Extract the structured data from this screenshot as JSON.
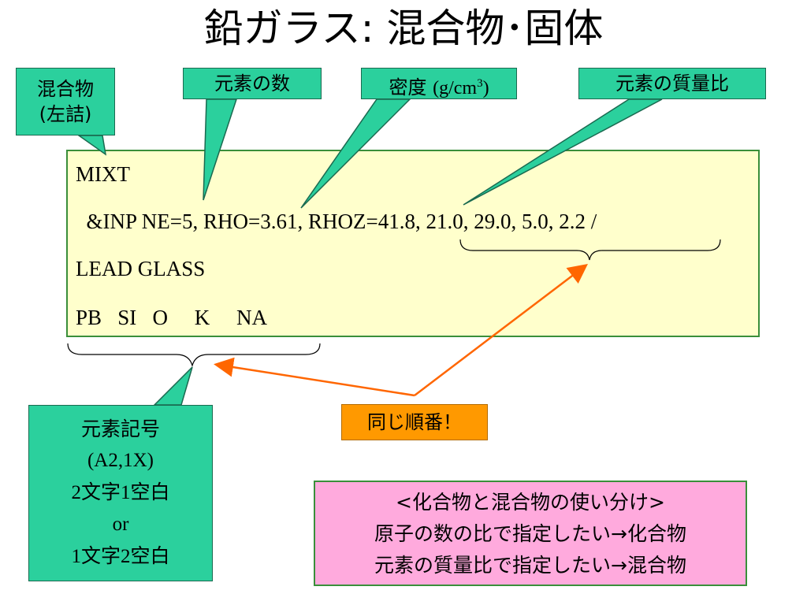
{
  "title": "鉛ガラス: 混合物･固体",
  "callouts": {
    "mixture": {
      "line1": "混合物",
      "line2": "(左詰)"
    },
    "element_count": "元素の数",
    "density": {
      "label": "密度",
      "unit_prefix": "(g/cm",
      "unit_sup": "3",
      "unit_suffix": ")"
    },
    "mass_ratio": "元素の質量比"
  },
  "code": {
    "line1": "MIXT",
    "line2_prefix": "  &INP NE=5, RHO=3.61, RHOZ=",
    "line2_values": "41.8, 21.0, 29.0, 5.0, 2.2",
    "line2_suffix": " /",
    "line3": "LEAD GLASS",
    "line4": "PB   SI   O     K     NA"
  },
  "element_symbol_box": {
    "line1": "元素記号",
    "line2": "(A2,1X)",
    "line3_a": "2",
    "line3_b": "文字",
    "line3_c": "1",
    "line3_d": "空白",
    "line4": "or",
    "line5_a": "1",
    "line5_b": "文字",
    "line5_c": "2",
    "line5_d": "空白"
  },
  "same_order": "同じ順番！",
  "note": {
    "line1": "<化合物と混合物の使い分け>",
    "line2": "原子の数の比で指定したい→化合物",
    "line3": "元素の質量比で指定したい→混合物"
  },
  "colors": {
    "callout_green": "#2bd09d",
    "code_bg": "#ffffcc",
    "orange": "#ff9900",
    "arrow_orange": "#ff6600",
    "note_pink": "#ffaadd"
  }
}
